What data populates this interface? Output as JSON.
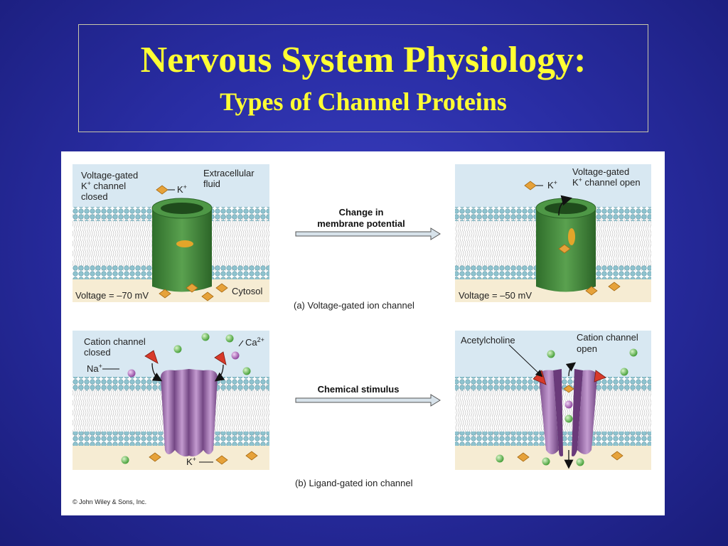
{
  "slide": {
    "title": "Nervous System Physiology:",
    "subtitle": "Types of Channel Proteins"
  },
  "figure": {
    "panel_a": {
      "left": {
        "state_line1": "Voltage-gated",
        "state_line2": "K",
        "state_line2b": " channel",
        "state_line3": "closed",
        "extracellular_line1": "Extracellular",
        "extracellular_line2": "fluid",
        "ion": "K",
        "voltage": "Voltage = –70 mV",
        "cytosol": "Cytosol"
      },
      "arrow_line1": "Change in",
      "arrow_line2": "membrane potential",
      "right": {
        "state_line1": "Voltage-gated",
        "state_line2": "K",
        "state_line2b": " channel open",
        "ion": "K",
        "voltage": "Voltage = –50 mV"
      },
      "caption": "(a) Voltage-gated ion channel"
    },
    "panel_b": {
      "left": {
        "state_line1": "Cation channel",
        "state_line2": "closed",
        "ion_na": "Na",
        "ion_ca": "Ca",
        "ion_ca_charge": "2+",
        "ion_k": "K"
      },
      "arrow_label": "Chemical stimulus",
      "right": {
        "ligand": "Acetylcholine",
        "state_line1": "Cation channel",
        "state_line2": "open"
      },
      "caption": "(b) Ligand-gated ion channel"
    },
    "plus": "+",
    "copyright": "© John Wiley & Sons, Inc."
  },
  "colors": {
    "background": "#2a2ea6",
    "title": "#ffff33",
    "channel_green": "#3f8a3a",
    "channel_purple": "#9a6aa8",
    "extracellular": "#d8e8f2",
    "cytosol": "#f6ecd3",
    "lipid_head": "#8fc3cf"
  }
}
